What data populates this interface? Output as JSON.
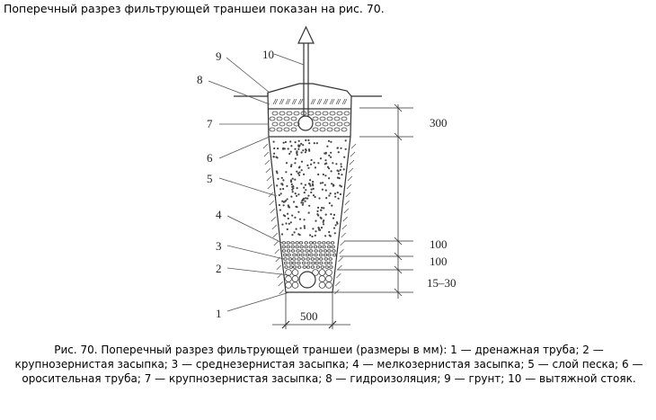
{
  "heading": "Поперечный разрез фильтрующей траншеи показан на рис. 70.",
  "figure": {
    "callouts": [
      "1",
      "2",
      "3",
      "4",
      "5",
      "6",
      "7",
      "8",
      "9",
      "10"
    ],
    "dimensions": {
      "top_layer": "300",
      "layer_fine": "100",
      "layer_medium": "100",
      "layer_pipe": "15–30",
      "width": "500"
    }
  },
  "caption": "Рис. 70. Поперечный разрез фильтрующей траншеи (размеры в мм): 1 — дренажная труба; 2 — крупнозернистая засыпка; 3 — среднезернистая засыпка; 4 — мелкозернистая засыпка; 5 — слой песка; 6 — оросительная труба; 7 — крупнозернистая засыпка; 8 — гидроизоляция; 9 — грунт; 10 — вытяжной стояк."
}
